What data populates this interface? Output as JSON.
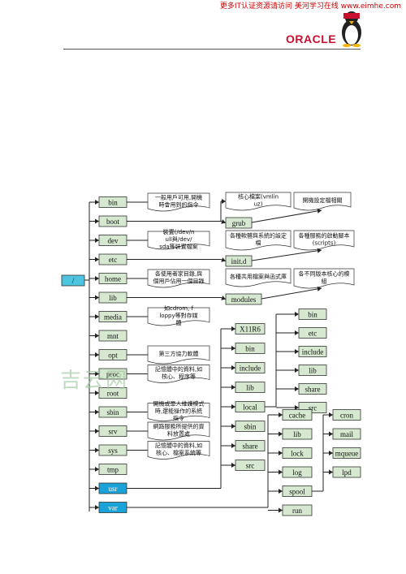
{
  "header": {
    "top_link": "更多IT认证资源请访问 美河学习在线 www.eimhe.com",
    "logo": "ORACLE"
  },
  "watermark": "吉云网",
  "root": "/",
  "dirs": [
    "bin",
    "boot",
    "dev",
    "etc",
    "home",
    "lib",
    "media",
    "mnt",
    "opt",
    "proc",
    "root",
    "sbin",
    "srv",
    "sys",
    "tmp",
    "usr",
    "var"
  ],
  "notes": {
    "bin": "一般用戶可用,開機時會用到的指令",
    "dev": "裝置(/dev/null與/dev/sda等裝置檔案",
    "home": "各使用者家目錄,與個用戶佔用一個目錄",
    "media": "如cdrom, floppy等對存媒體",
    "opt": "第三方協力軟體",
    "proc": "記憶體中的資料,如核心、程序等",
    "sbin": "開機或單人維護模式時,還能操作的系統指令",
    "srv": "網路服務所提供的資料放置處",
    "sys": "記憶體中的資料,如核心、檔案系統等"
  },
  "boot_items": [
    "grub",
    "init.d",
    "modules"
  ],
  "boot_notes": {
    "kernel": "核心檔案(vmlinuz)",
    "grub_cfg": "開機設定檔相關",
    "etc_cfg": "各種軟體與系統的設定檔",
    "scripts": "各種服務的啟動腳本(scripts)",
    "lib": "各種共用檔案與函式庫",
    "modules": "各不同版本核心的模組"
  },
  "usr_items": [
    "X11R6",
    "bin",
    "include",
    "lib",
    "local",
    "sbin",
    "share",
    "src"
  ],
  "local_items": [
    "bin",
    "etc",
    "include",
    "lib",
    "share",
    "src"
  ],
  "var_items": [
    "cache",
    "lib",
    "lock",
    "log",
    "spool",
    "run"
  ],
  "spool_items": [
    "cron",
    "mail",
    "mqueue",
    "lpd"
  ]
}
